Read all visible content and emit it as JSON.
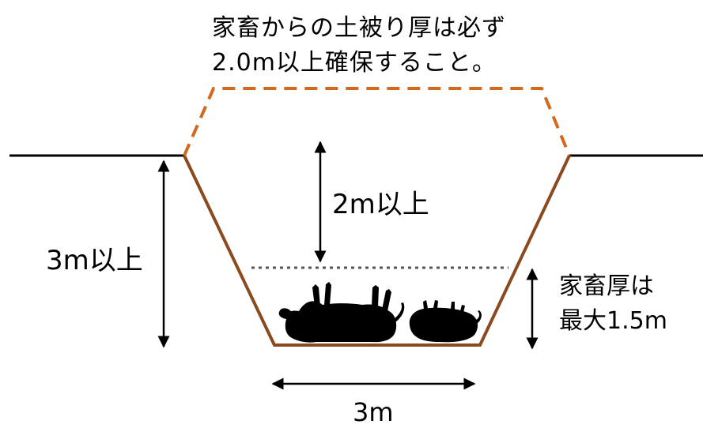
{
  "title": {
    "line1": "家畜からの土被り厚は必ず",
    "line2": "2.0m以上確保すること。"
  },
  "labels": {
    "cover_depth": "2m以上",
    "pit_depth": "3m以上",
    "livestock_thickness_line1": "家畜厚は",
    "livestock_thickness_line2": "最大1.5m",
    "bottom_width": "3m"
  },
  "colors": {
    "pit_outline": "#8b4a1e",
    "mound_dashed": "#d2691e",
    "ground_line": "#000000",
    "dotted_level": "#555555",
    "silhouette": "#000000"
  }
}
